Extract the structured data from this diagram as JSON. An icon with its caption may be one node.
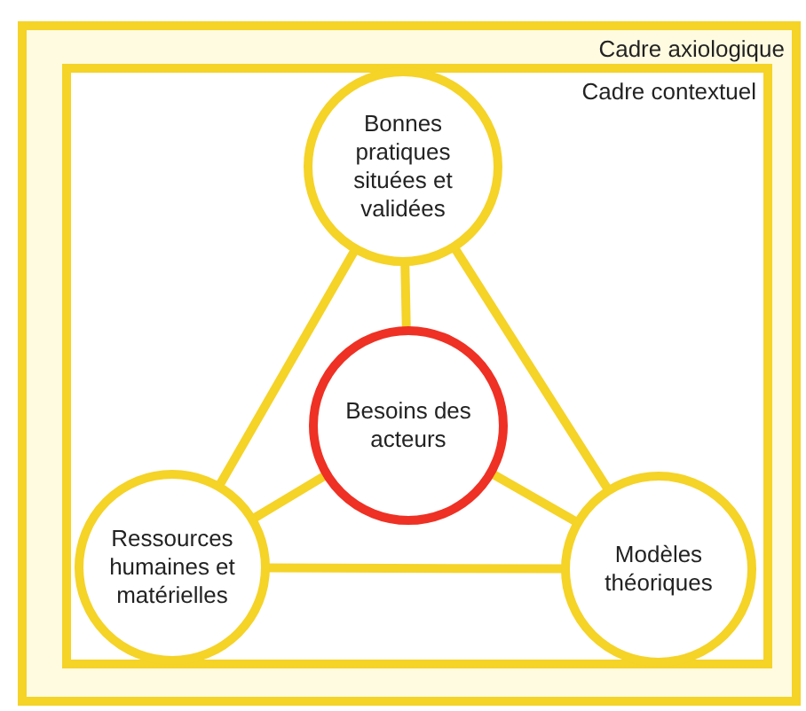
{
  "diagram": {
    "nodes": [
      {
        "text": [
          "Cadre axiologique"
        ]
      },
      {
        "text": [
          "Cadre contextuel"
        ],
        "in": 0
      },
      {
        "text": [
          "Bonnes pratiques situées et validées"
        ],
        "in": 1
      },
      {
        "text": [
          "Besoins des acteurs"
        ],
        "in": 1
      },
      {
        "text": [
          "Ressources humaines et matérielles"
        ],
        "in": 1
      },
      {
        "text": [
          "Modèles théoriques"
        ],
        "in": 1
      }
    ],
    "edges": [
      {
        "from": 2,
        "to": 3,
        "arrow": "none"
      },
      {
        "from": 2,
        "to": 4,
        "arrow": "none"
      },
      {
        "from": 2,
        "to": 5,
        "arrow": "none"
      },
      {
        "from": 4,
        "to": 3,
        "arrow": "none"
      },
      {
        "from": 5,
        "to": 3,
        "arrow": "none"
      },
      {
        "from": 4,
        "to": 5,
        "arrow": "none"
      }
    ]
  }
}
